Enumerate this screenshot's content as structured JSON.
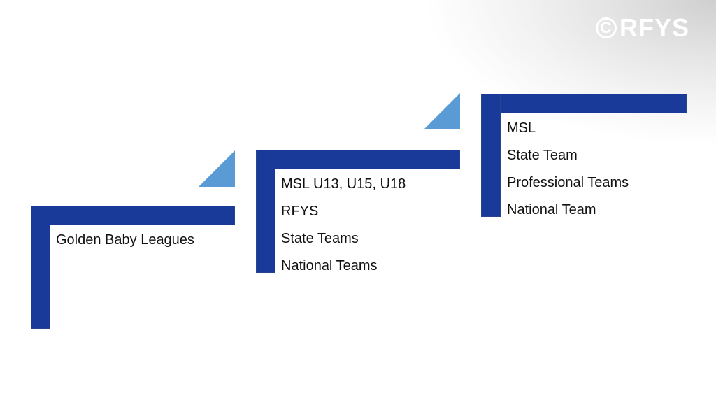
{
  "logo": {
    "copyright_symbol": "C",
    "text": "RFYS"
  },
  "colors": {
    "step_bar": "#1a3a99",
    "accent_triangle": "#5b9bd5",
    "text": "#111111",
    "background": "#ffffff"
  },
  "steps": [
    {
      "items": [
        "Golden Baby Leagues"
      ]
    },
    {
      "items": [
        "MSL U13, U15, U18",
        "RFYS",
        "State Teams",
        "National Teams"
      ]
    },
    {
      "items": [
        "MSL",
        "State Team",
        "Professional Teams",
        "National Team"
      ]
    }
  ]
}
